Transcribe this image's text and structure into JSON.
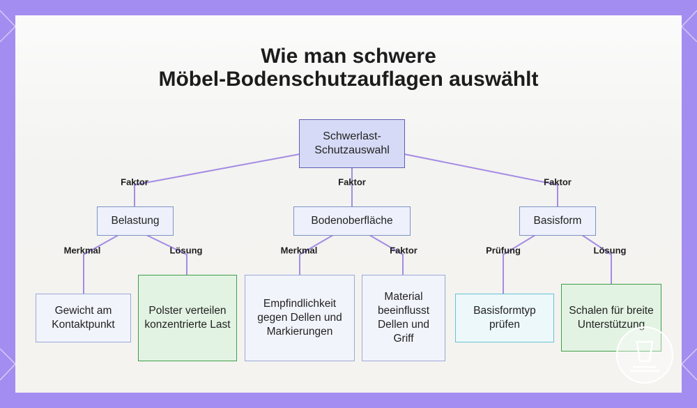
{
  "title": {
    "line1": "Wie man schwere",
    "line2": "Möbel-Bodenschutzauflagen auswählt"
  },
  "root": {
    "label": "Schwerlast-\nSchutzauswahl"
  },
  "branches": [
    {
      "edge_label": "Faktor",
      "label": "Belastung",
      "children": [
        {
          "edge_label": "Merkmal",
          "label": "Gewicht am Kontaktpunkt",
          "style": "blue"
        },
        {
          "edge_label": "Lösung",
          "label": "Polster verteilen konzentrierte Last",
          "style": "green"
        }
      ]
    },
    {
      "edge_label": "Faktor",
      "label": "Bodenoberfläche",
      "children": [
        {
          "edge_label": "Merkmal",
          "label": "Empfindlichkeit gegen Dellen und Markierungen",
          "style": "blue"
        },
        {
          "edge_label": "Faktor",
          "label": "Material beeinflusst Dellen und Griff",
          "style": "blue"
        }
      ]
    },
    {
      "edge_label": "Faktor",
      "label": "Basisform",
      "children": [
        {
          "edge_label": "Prüfung",
          "label": "Basisformtyp prüfen",
          "style": "cyan"
        },
        {
          "edge_label": "Lösung",
          "label": "Schalen für breite Unterstützung",
          "style": "green"
        }
      ]
    }
  ],
  "colors": {
    "frame": "#a48df0",
    "connector": "#a48be3",
    "root_fill": "#d6daf6",
    "green_border": "#3e9e48",
    "cyan_border": "#62c3d6"
  },
  "icons": {
    "logo": "cup-logo-icon"
  }
}
